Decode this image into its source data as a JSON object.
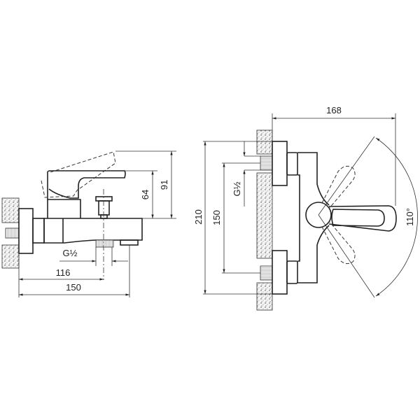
{
  "title": "Wall-mounted bath mixer dimension drawing",
  "side_view": {
    "dim_height_lever": "64",
    "dim_height_total": "91",
    "dim_thread": "G½",
    "dim_outlet_distance": "116",
    "dim_projection": "150"
  },
  "front_view": {
    "dim_handle_reach": "168",
    "dim_total_height": "210",
    "dim_inlet_spacing": "150",
    "dim_thread": "G½",
    "dim_lever_angle": "110°"
  },
  "colors": {
    "line": "#222222",
    "background": "#ffffff"
  }
}
